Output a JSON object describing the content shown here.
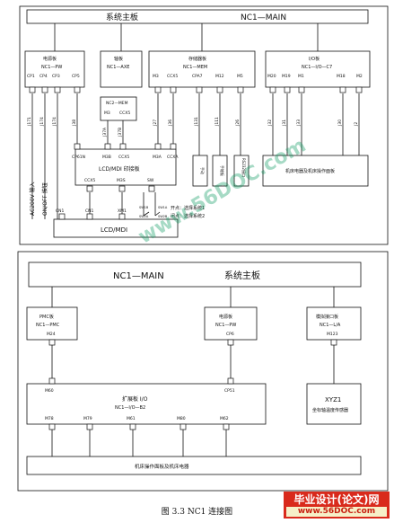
{
  "top_diagram": {
    "main_board_cn": "系统主板",
    "main_board_en": "NC1—MAIN",
    "modules": {
      "power": {
        "title": "电源板",
        "model": "NC1—PW",
        "ports": [
          "CP1",
          "CP4",
          "CP3",
          "CP5"
        ]
      },
      "axis": {
        "title": "轴板",
        "model": "NC1—AXE"
      },
      "memory": {
        "title": "存储器板",
        "model": "NC1—MEM",
        "ports": [
          "M3",
          "CCX5",
          "CPA7",
          "M12",
          "M5"
        ]
      },
      "io": {
        "title": "I/O板",
        "model": "NC1—I/O—C7",
        "ports": [
          "M20",
          "M19",
          "M1",
          "M18",
          "M2"
        ]
      },
      "mem_sub": {
        "title": "NC2—MEM",
        "ports": [
          "M3",
          "CCX5"
        ]
      },
      "lcd_mdi": {
        "title": "LCD/MDI 印接板",
        "ports_top": [
          "CP61N",
          "M3B",
          "CCX5",
          "M3A",
          "CCXA"
        ],
        "ports_bottom": [
          "CCX5",
          "M3S",
          "SW"
        ]
      },
      "lcd_box": {
        "title": "LCD/MDI",
        "ports": [
          "CN1",
          "CN1",
          "XM1"
        ]
      },
      "hand_box1": {
        "title": "手动"
      },
      "hand_box2": {
        "title": "手轮板"
      },
      "rs232": {
        "title": "RS232接口"
      },
      "panel": {
        "title": "机床电器及机床操作面板"
      },
      "sw_labels": [
        "SW1B",
        "SW2A",
        "SW1A",
        "SW2B"
      ]
    },
    "cables": [
      "J171",
      "J174",
      "J174",
      "J38",
      "J37A",
      "J37B",
      "J27",
      "J36",
      "J131",
      "J111",
      "J26",
      "J32",
      "J31",
      "J33",
      "J30",
      "J2"
    ],
    "power_labels": [
      "AC200V 输入",
      "ON/OFF 按钮"
    ],
    "note_line1": "开点：选择系统1",
    "note_line2": "闭点：选择系统2"
  },
  "bottom_diagram": {
    "main_board_en": "NC1—MAIN",
    "main_board_cn": "系统主板",
    "modules": {
      "pmc": {
        "title": "PMC板",
        "model": "NC1—PMC",
        "port": "M24"
      },
      "power": {
        "title": "电源板",
        "model": "NC1—PW",
        "port": "CP6"
      },
      "analog": {
        "title": "模拟接口板",
        "model": "NC1—L/A",
        "port": "M123"
      },
      "expansion": {
        "title": "扩展板 I/O",
        "model": "NC1—I/O—B2",
        "ports_top": [
          "M60",
          "CP51"
        ],
        "ports_bottom": [
          "M78",
          "M79",
          "M61",
          "M80",
          "M62"
        ]
      },
      "xyz": {
        "title": "XYZ1",
        "subtitle": "坐标轴温度传感器"
      },
      "panel": {
        "title": "机床操作面板及机床电器"
      }
    }
  },
  "caption": "图 3.3 NC1 连接图",
  "watermark_center": "www.56DOC.com",
  "watermark_badge": "毕业设计(论文)网",
  "watermark_url": "www.56DOC.com"
}
